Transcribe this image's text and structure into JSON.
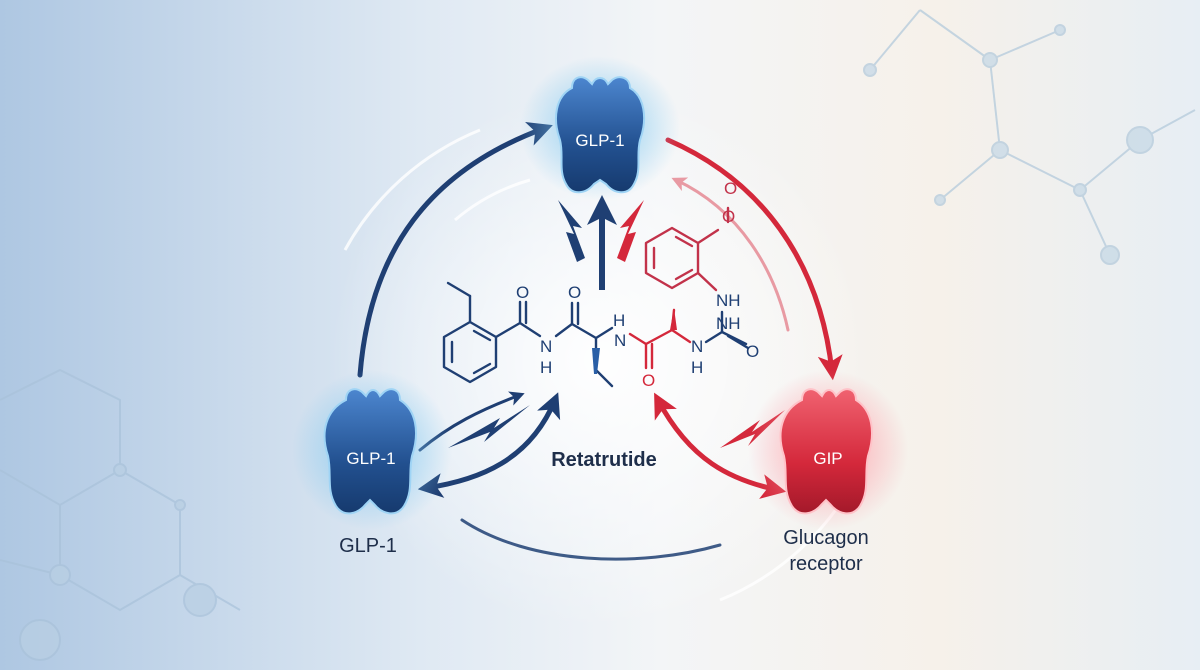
{
  "receptors": {
    "top": {
      "label": "GLP-1"
    },
    "left": {
      "label": "GLP-1",
      "caption": "GLP-1"
    },
    "right": {
      "label": "GIP",
      "caption_line1": "Glucagon",
      "caption_line2": "receptor"
    }
  },
  "molecule": {
    "name": "Retatrutide",
    "atoms": {
      "o1": "O",
      "n1": "N",
      "h1": "H",
      "o2": "O",
      "h2": "H",
      "n2": "N",
      "o3": "O",
      "n3": "N",
      "h3": "H",
      "o4": "O",
      "nh1": "NH",
      "o5": "O",
      "nh2": "NH",
      "o6": "O"
    }
  },
  "colors": {
    "blue": "#1f3f73",
    "blue_receptor": "#2a5fa6",
    "red": "#d4283b",
    "red_receptor": "#e02f3f",
    "bg_left": "#b9cfe5",
    "bg_right": "#f4efe8"
  },
  "icons": [
    "receptor-icon",
    "arrow-icon",
    "lightning-bolt-icon",
    "molecule-network-icon"
  ]
}
